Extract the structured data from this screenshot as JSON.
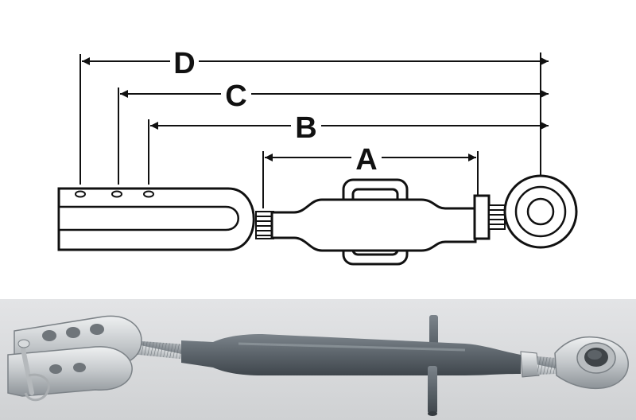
{
  "diagram": {
    "dimensions": [
      {
        "key": "D",
        "label": "D"
      },
      {
        "key": "C",
        "label": "C"
      },
      {
        "key": "B",
        "label": "B"
      },
      {
        "key": "A",
        "label": "A"
      }
    ],
    "colors": {
      "line": "#111111",
      "background": "#ffffff"
    }
  },
  "photo": {
    "colors": {
      "backdrop": "#d9dadc",
      "tube": "#5e666d",
      "zinc": "#c9ccce"
    }
  }
}
